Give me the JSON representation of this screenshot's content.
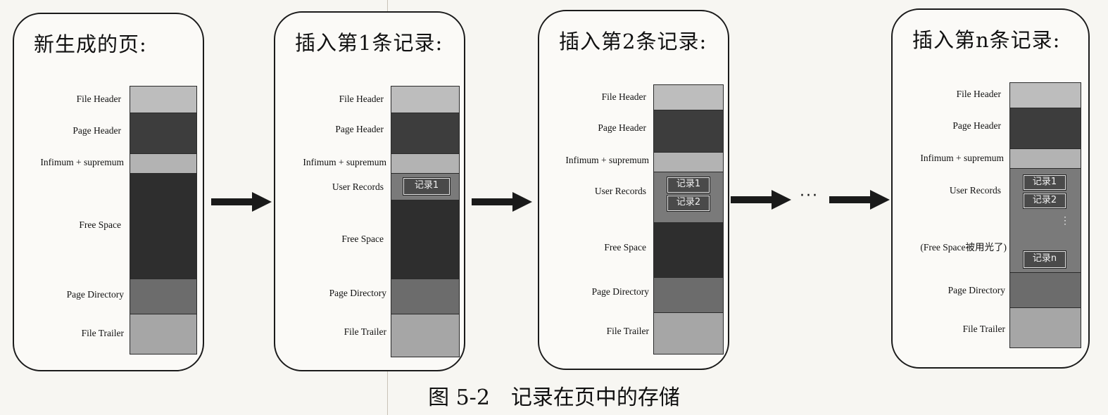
{
  "labels": {
    "file_header": "File Header",
    "page_header": "Page Header",
    "infimum": "Infimum + supremum",
    "user_records": "User Records",
    "free_space": "Free Space",
    "page_directory": "Page Directory",
    "file_trailer": "File Trailer",
    "free_used_up": "(Free Space被用光了)"
  },
  "panels": [
    {
      "title": "新生成的页:"
    },
    {
      "title": "插入第1条记录:"
    },
    {
      "title": "插入第2条记录:"
    },
    {
      "title": "插入第n条记录:"
    }
  ],
  "records": {
    "r1": "记录1",
    "r2": "记录2",
    "rn": "记录n"
  },
  "ellipsis": "···",
  "vdots": "⋮",
  "caption": "图 5-2　记录在页中的存储",
  "colors": {
    "file_header": "#bdbdbd",
    "page_header": "#3d3d3d",
    "infimum": "#b3b3b3",
    "free_space": "#2e2e2e",
    "user_records": "#7a7a7a",
    "page_directory": "#6c6c6c",
    "file_trailer": "#a6a6a6"
  }
}
